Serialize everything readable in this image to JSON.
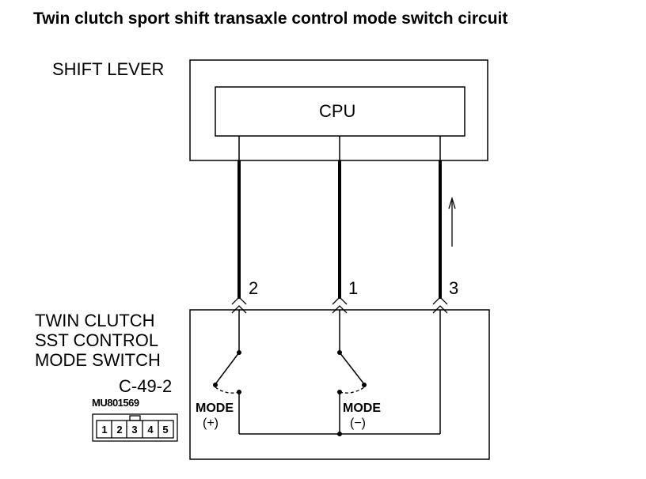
{
  "title": "Twin clutch sport shift transaxle control mode switch circuit",
  "shift_lever": {
    "label": "SHIFT LEVER",
    "cpu_label": "CPU"
  },
  "pins": {
    "left": "2",
    "middle": "1",
    "right": "3"
  },
  "switch": {
    "label_line1": "TWIN CLUTCH",
    "label_line2": "SST CONTROL",
    "label_line3": "MODE SWITCH"
  },
  "connector": {
    "id": "C-49-2",
    "part_number": "MU801569",
    "pins": [
      "1",
      "2",
      "3",
      "4",
      "5"
    ]
  },
  "modes": {
    "plus_label": "MODE",
    "plus_sign": "(+)",
    "minus_label": "MODE",
    "minus_sign": "(−)"
  },
  "colors": {
    "line": "#000000",
    "background": "#ffffff"
  }
}
